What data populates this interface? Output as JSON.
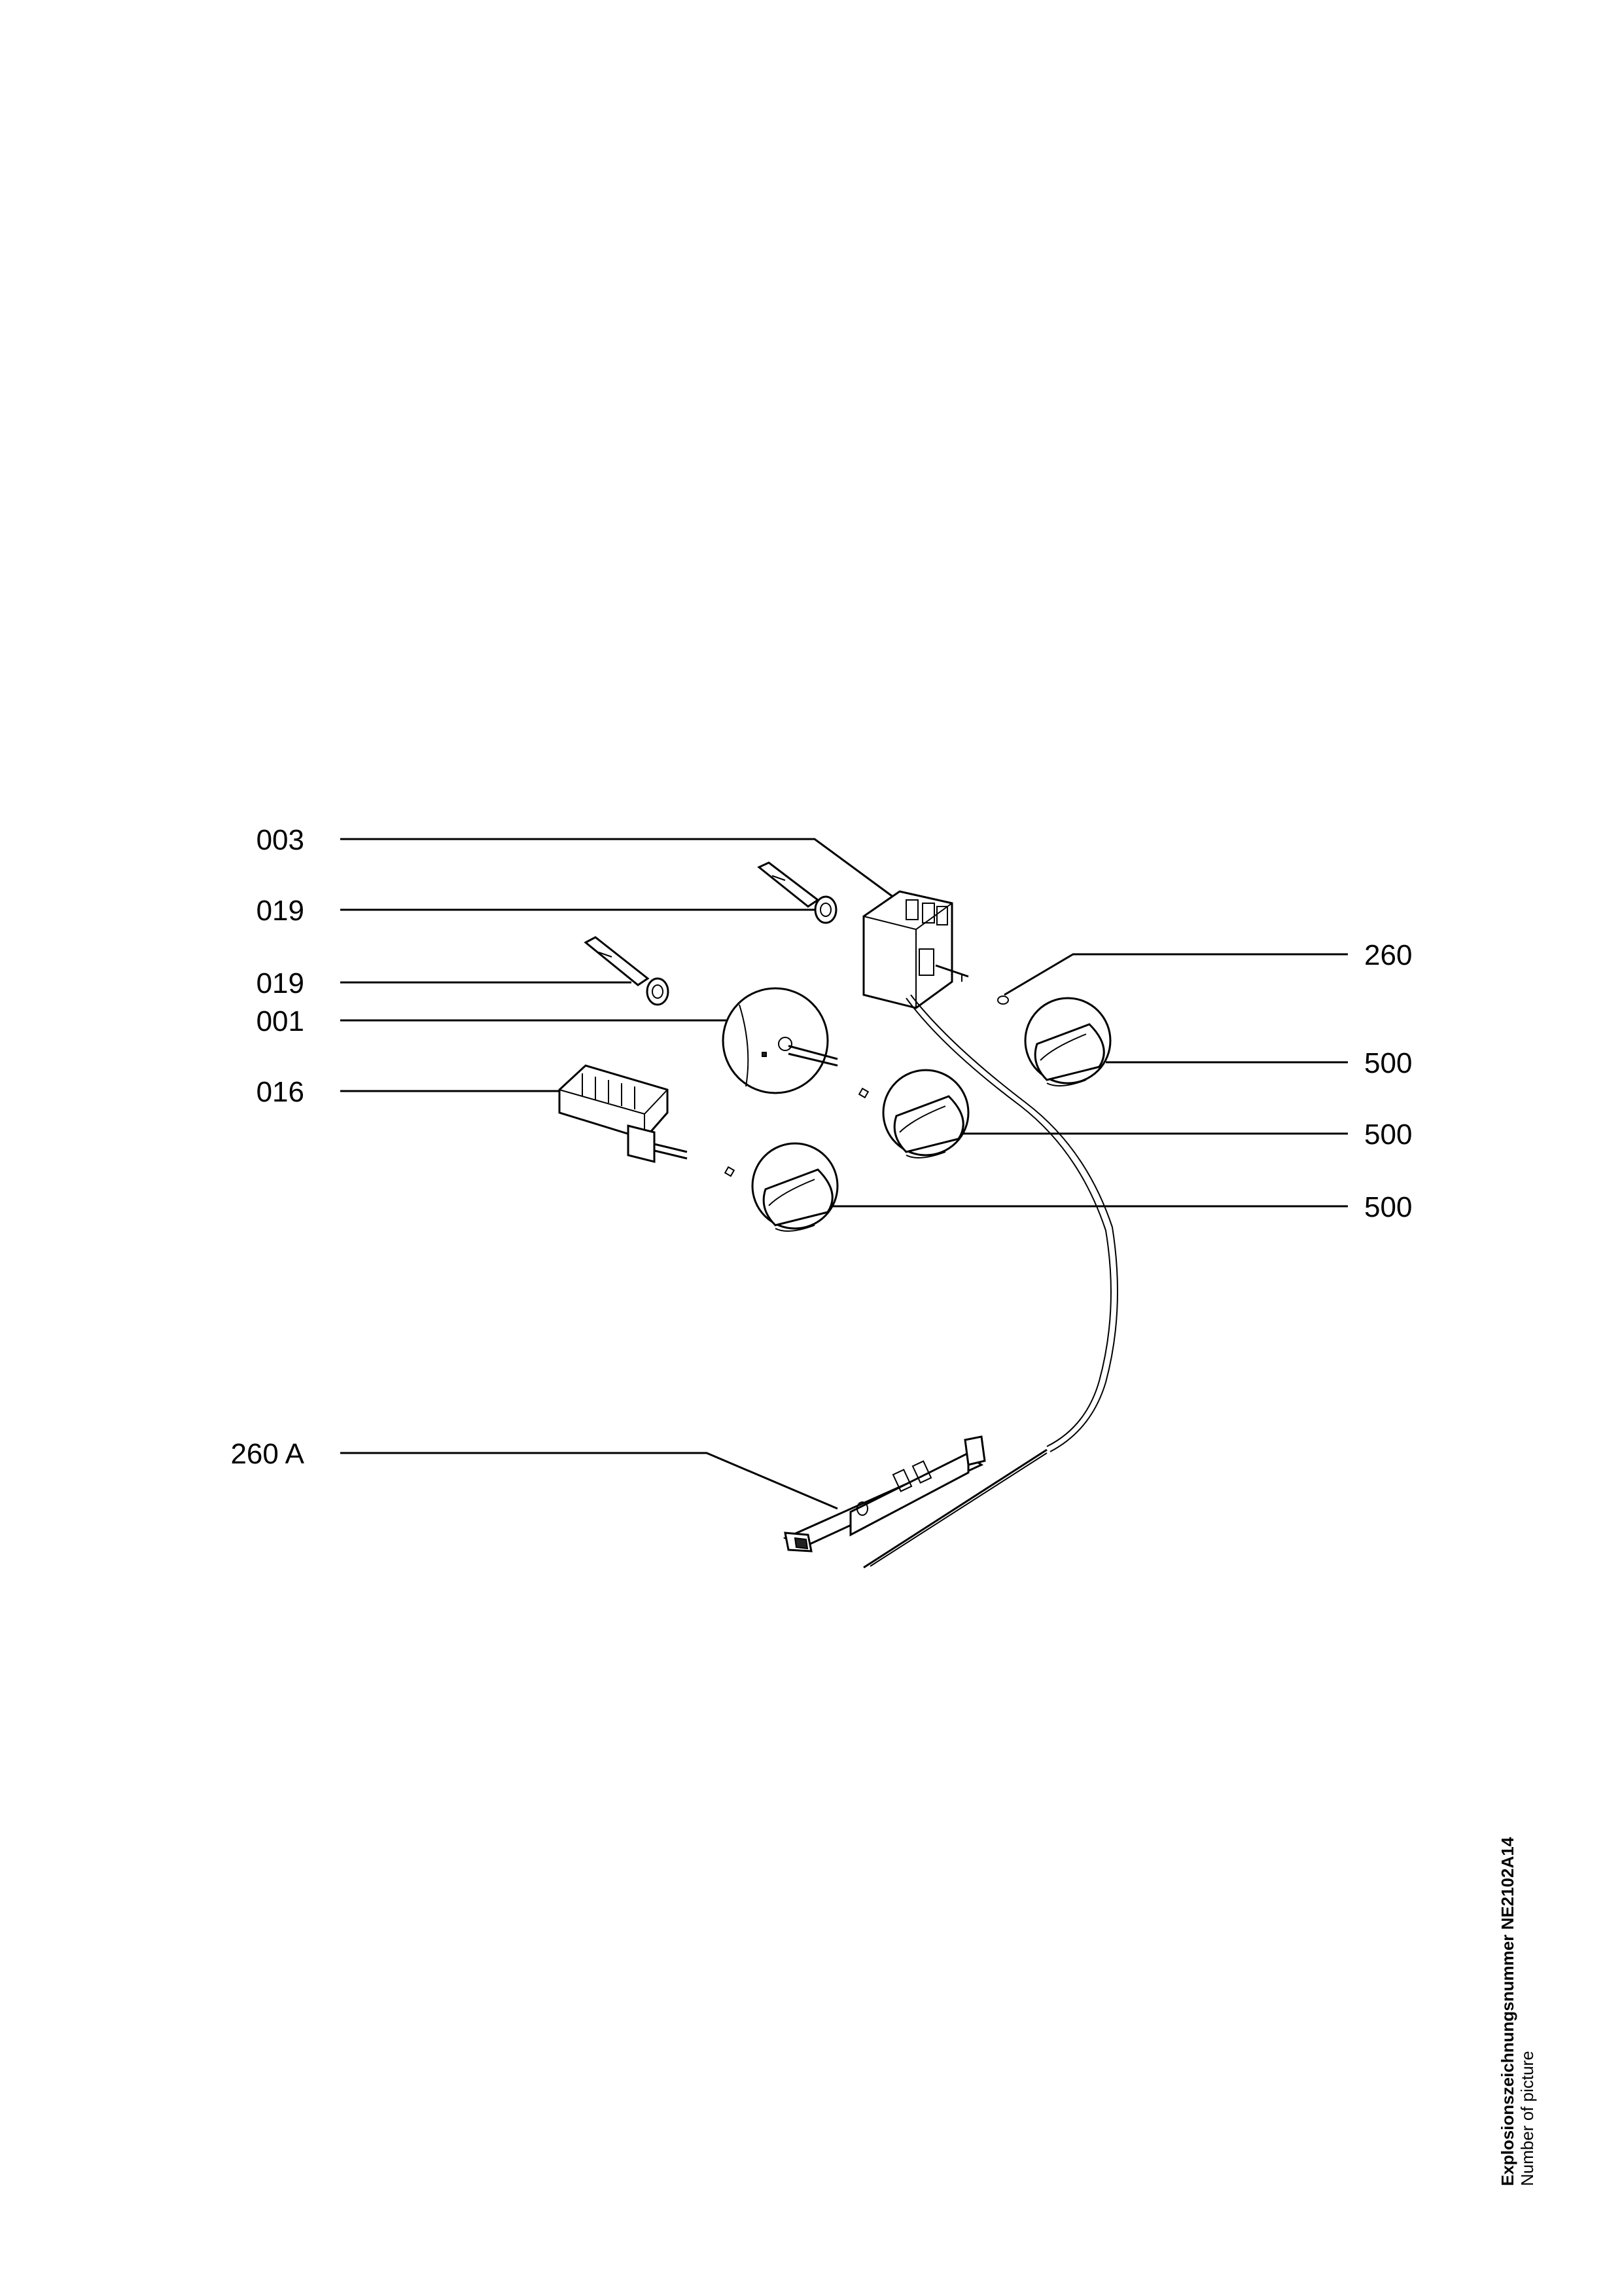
{
  "callouts": {
    "part_003": "003",
    "part_019_a": "019",
    "part_019_b": "019",
    "part_001": "001",
    "part_016": "016",
    "part_260": "260",
    "part_500_a": "500",
    "part_500_b": "500",
    "part_500_c": "500",
    "part_260A": "260 A"
  },
  "footer": {
    "drawing_number_label": "Explosionszeichnungsnummer NE2102A14",
    "picture_label": "Number of picture"
  }
}
